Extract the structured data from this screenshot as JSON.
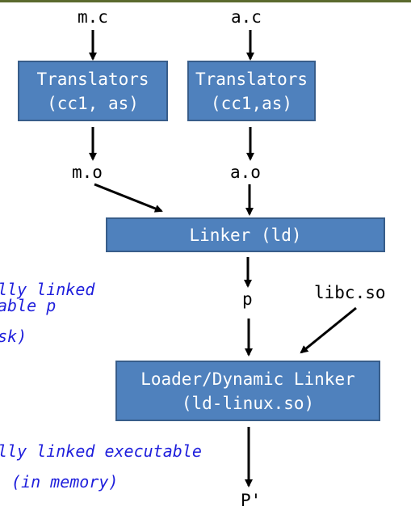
{
  "inputs": {
    "m_source": "m.c",
    "a_source": "a.c"
  },
  "translator_left": {
    "line1": "Translators",
    "line2": "(cc1, as)"
  },
  "translator_right": {
    "line1": "Translators",
    "line2": "(cc1,as)"
  },
  "objects": {
    "m_object": "m.o",
    "a_object": "a.o"
  },
  "linker": {
    "label": "Linker (ld)"
  },
  "partial_executable": "p",
  "shared_library": "libc.so",
  "loader": {
    "line1": "Loader/Dynamic Linker",
    "line2": "(ld-linux.so)"
  },
  "final_executable": "P'",
  "notes": {
    "partially_linked_line1": "lly linked",
    "partially_linked_line2": "able p",
    "on_disk": "sk)",
    "fully_linked": "lly linked executable",
    "in_memory": "(in memory)"
  },
  "colors": {
    "box_fill": "#4f81bd",
    "box_border": "#385d8a",
    "box_text": "#ffffff",
    "note_text": "#1f1fdc",
    "arrow": "#000000"
  }
}
